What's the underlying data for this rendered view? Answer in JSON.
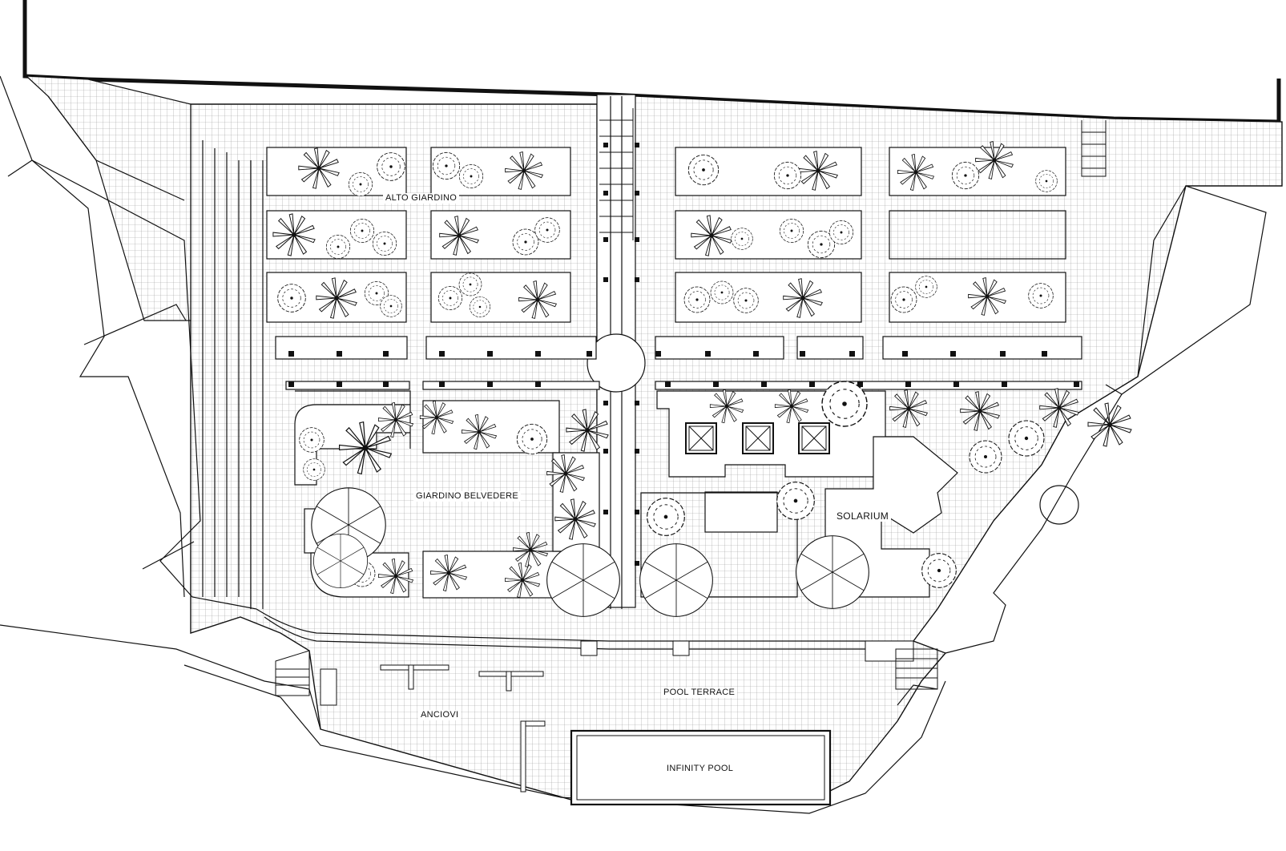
{
  "plan": {
    "areas": {
      "alto_giardino": "ALTO GIARDINO",
      "giardino_belvedere": "GIARDINO BELVEDERE",
      "solarium": "SOLARIUM",
      "pool_terrace": "POOL TERRACE",
      "anciovi": "ANCIOVI",
      "infinity_pool": "INFINITY POOL"
    },
    "icons": [
      "palm-tree-icon",
      "round-tree-icon",
      "umbrella-icon",
      "skylight-icon",
      "stair-icon"
    ],
    "colors": {
      "line": "#111111",
      "paving": "#9a9a9a",
      "background": "#ffffff"
    }
  }
}
